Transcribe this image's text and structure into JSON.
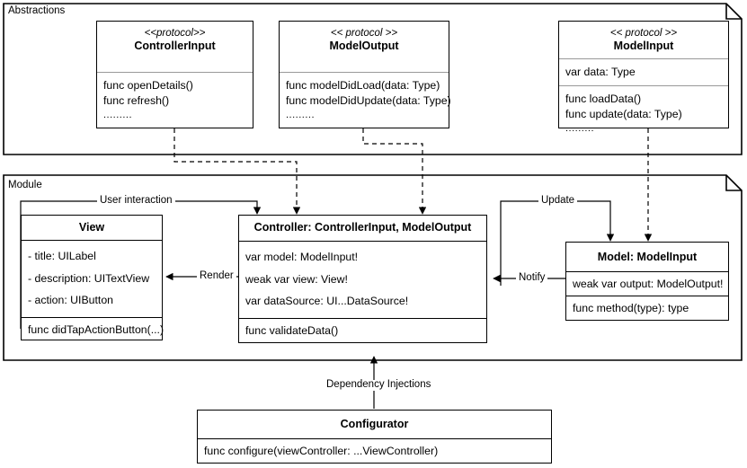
{
  "frames": [
    {
      "label": "Abstractions"
    },
    {
      "label": "Module"
    }
  ],
  "abstractions": {
    "title": "Abstractions",
    "classes": [
      {
        "stereotype": "<<protocol>>",
        "name": "ControllerInput",
        "attributes": [],
        "methods": [
          "func openDetails()",
          "func refresh()",
          "........."
        ]
      },
      {
        "stereotype": "<< protocol >>",
        "name": "ModelOutput",
        "attributes": [],
        "methods": [
          "func modelDidLoad(data: Type)",
          "func modelDidUpdate(data: Type)",
          "........."
        ]
      },
      {
        "stereotype": "<< protocol >>",
        "name": "ModelInput",
        "attributes": [
          "var data: Type"
        ],
        "methods": [
          "func loadData()",
          "func update(data: Type)",
          "........."
        ]
      }
    ]
  },
  "module": {
    "title": "Module",
    "view": {
      "name": "View",
      "attributes": [
        "- title: UILabel",
        "- description: UITextView",
        "- action: UIButton"
      ],
      "methods": [
        "func didTapActionButton(...)"
      ]
    },
    "controller": {
      "name": "Controller: ControllerInput, ModelOutput",
      "attributes": [
        "var model: ModelInput!",
        "weak var view: View!",
        "var dataSource: UI...DataSource!"
      ],
      "methods": [
        "func validateData()"
      ]
    },
    "model": {
      "name": "Model: ModelInput",
      "attributes": [
        "weak var output: ModelOutput!"
      ],
      "methods": [
        "func method(type): type"
      ]
    }
  },
  "configurator": {
    "name": "Configurator",
    "methods": [
      "func configure(viewController: ...ViewController)"
    ]
  },
  "edges": [
    {
      "label": "User interaction"
    },
    {
      "label": "Render"
    },
    {
      "label": "Update"
    },
    {
      "label": "Notify"
    },
    {
      "label": "Dependency Injections"
    }
  ],
  "edge_labels": {
    "user_interaction": "User interaction",
    "render": "Render",
    "update": "Update",
    "notify": "Notify",
    "dependency_injections": "Dependency Injections"
  },
  "colors": {
    "stroke": "#000000",
    "separator": "#999999",
    "background": "#ffffff"
  }
}
